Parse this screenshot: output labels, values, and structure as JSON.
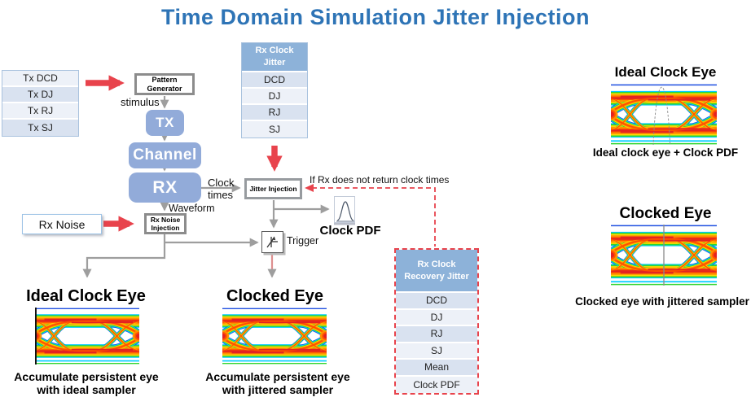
{
  "title": "Time Domain Simulation Jitter Injection",
  "colors": {
    "title_blue": "#2E74B6",
    "accent_red": "#E8434C",
    "box_blue": "#92ABD9",
    "table_header_blue": "#8DB2D9",
    "table_row_dark": "#D9E2F0",
    "table_row_light": "#EDF1F8",
    "connector_gray": "#9E9E9E",
    "eye_palette": {
      "blue": "#1F4FE0",
      "cyan": "#00CCFF",
      "green": "#2FD52F",
      "yellow": "#FFD900",
      "orange": "#FF9000",
      "hot": "#FF5000",
      "red": "#E32222"
    }
  },
  "tx_jitter_table": {
    "rows": [
      "Tx DCD",
      "Tx DJ",
      "Tx RJ",
      "Tx SJ"
    ]
  },
  "rx_clock_jitter_table": {
    "header": "Rx Clock Jitter",
    "rows": [
      "DCD",
      "DJ",
      "RJ",
      "SJ"
    ]
  },
  "rx_clock_recovery_table": {
    "header": "Rx Clock Recovery Jitter",
    "rows": [
      "DCD",
      "DJ",
      "RJ",
      "SJ",
      "Mean",
      "Clock PDF"
    ]
  },
  "blocks": {
    "pattern_generator": "Pattern Generator",
    "tx": "TX",
    "channel": "Channel",
    "rx": "RX",
    "jitter_injection": "Jitter Injection",
    "rx_noise": "Rx Noise",
    "rx_noise_injection": "Rx Noise Injection"
  },
  "labels": {
    "stimulus": "stimulus",
    "clock_times": "Clock times",
    "waveform": "Waveform",
    "trigger": "Trigger",
    "clock_pdf": "Clock PDF",
    "if_no_clock": "If Rx does not return clock times"
  },
  "eyes": {
    "bottom_ideal": {
      "heading": "Ideal Clock Eye",
      "caption_line1": "Accumulate persistent eye",
      "caption_line2": "with ideal sampler"
    },
    "bottom_clocked": {
      "heading": "Clocked Eye",
      "caption_line1": "Accumulate persistent eye",
      "caption_line2": "with jittered sampler"
    },
    "right_ideal": {
      "heading": "Ideal Clock Eye",
      "caption": "Ideal clock eye + Clock PDF"
    },
    "right_clocked": {
      "heading": "Clocked Eye",
      "caption": "Clocked eye with jittered sampler"
    }
  }
}
